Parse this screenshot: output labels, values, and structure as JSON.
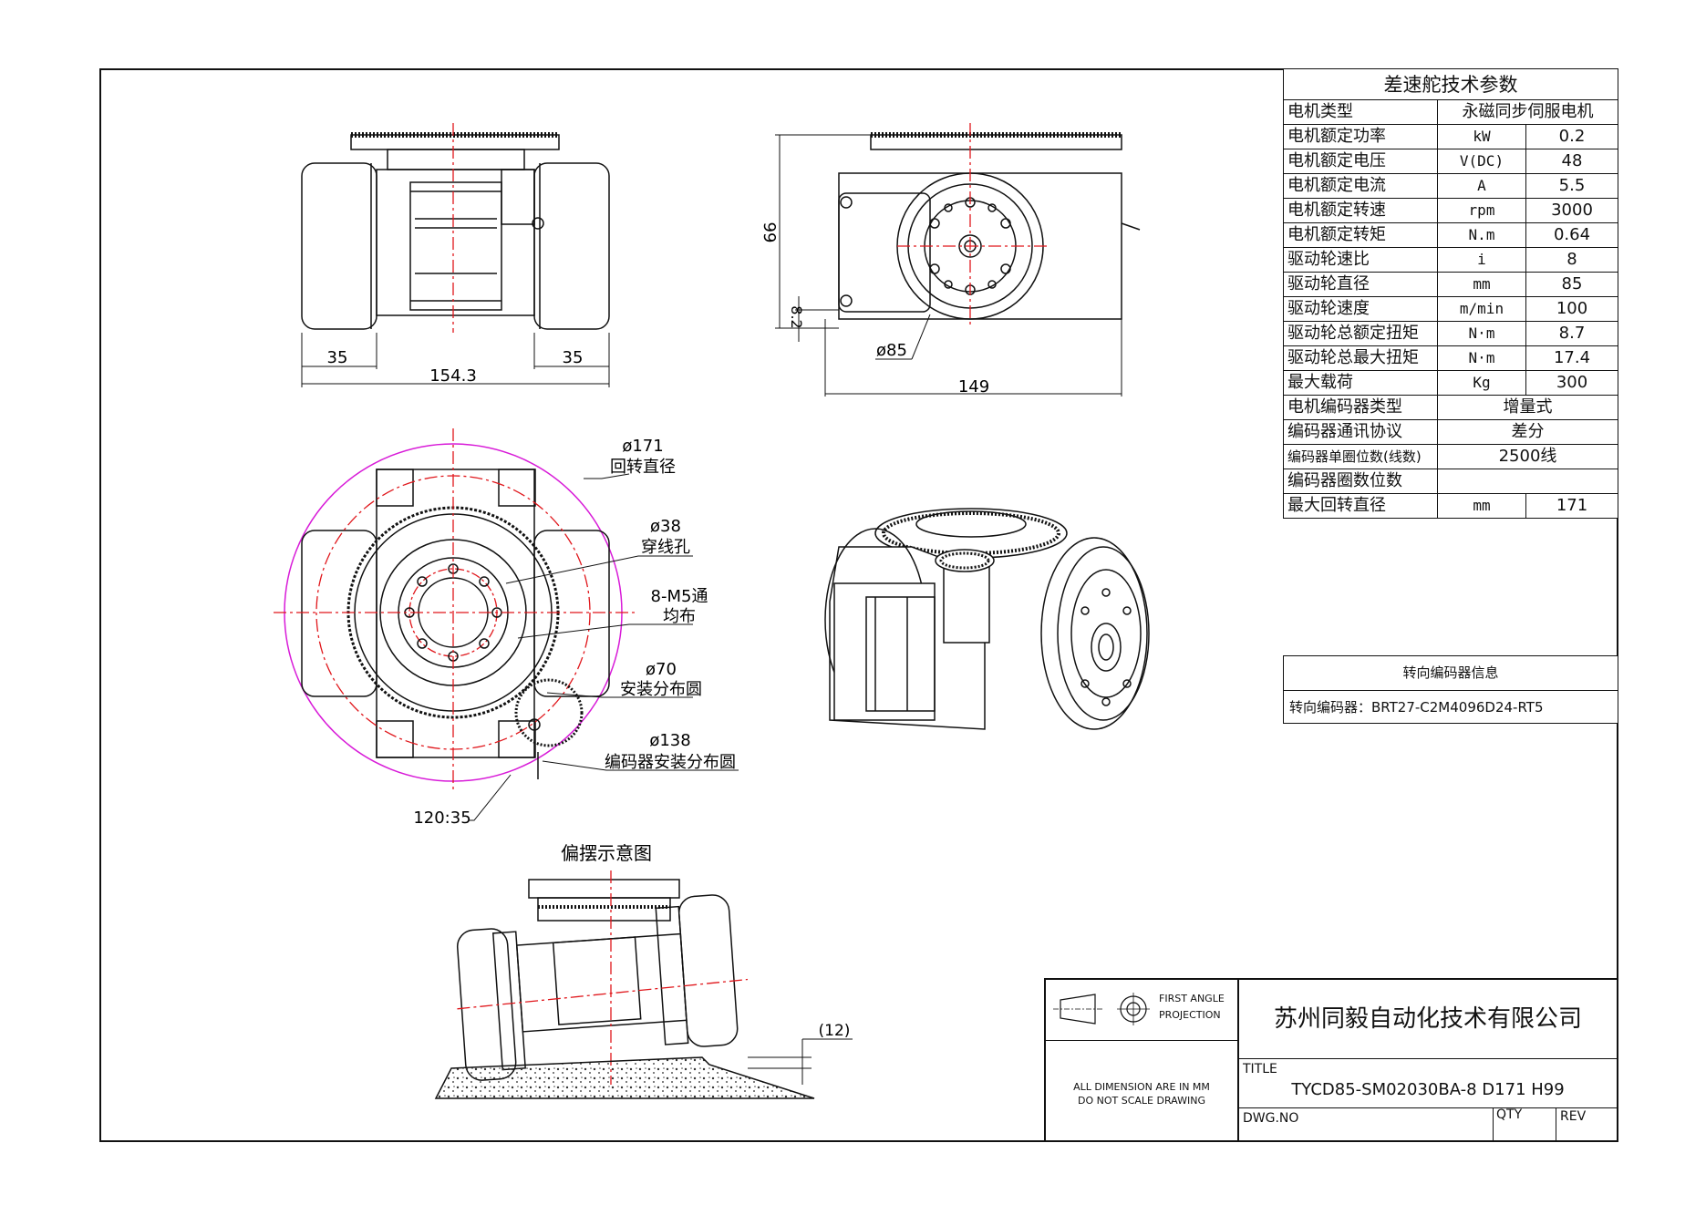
{
  "params_table": {
    "title": "差速舵技术参数",
    "motor_type_label": "电机类型",
    "motor_type_value": "永磁同步伺服电机",
    "rows": [
      {
        "label": "电机额定功率",
        "unit": "kW",
        "value": "0.2"
      },
      {
        "label": "电机额定电压",
        "unit": "V(DC)",
        "value": "48"
      },
      {
        "label": "电机额定电流",
        "unit": "A",
        "value": "5.5"
      },
      {
        "label": "电机额定转速",
        "unit": "rpm",
        "value": "3000"
      },
      {
        "label": "电机额定转矩",
        "unit": "N.m",
        "value": "0.64"
      },
      {
        "label": "驱动轮速比",
        "unit": "i",
        "value": "8"
      },
      {
        "label": "驱动轮直径",
        "unit": "mm",
        "value": "85"
      },
      {
        "label": "驱动轮速度",
        "unit": "m/min",
        "value": "100"
      },
      {
        "label": "驱动轮总额定扭矩",
        "unit": "N·m",
        "value": "8.7"
      },
      {
        "label": "驱动轮总最大扭矩",
        "unit": "N·m",
        "value": "17.4"
      },
      {
        "label": "最大载荷",
        "unit": "Kg",
        "value": "300"
      }
    ],
    "encoder_rows": [
      {
        "label": "电机编码器类型",
        "value": "增量式"
      },
      {
        "label": "编码器通讯协议",
        "value": "差分"
      },
      {
        "label": "编码器单圈位数(线数)",
        "value": "2500线"
      },
      {
        "label": "编码器圈数位数",
        "value": ""
      }
    ],
    "last_row": {
      "label": "最大回转直径",
      "unit": "mm",
      "value": "171"
    }
  },
  "steering_encoder": {
    "header": "转向编码器信息",
    "line": "转向编码器：BRT27-C2M4096D24-RT5"
  },
  "dimensions": {
    "front_left_wheel": "35",
    "front_right_wheel": "35",
    "front_total": "154.3",
    "side_height": "99",
    "side_gap": "8.2",
    "side_wheel_dia": "ø85",
    "side_length": "149",
    "rot_dia": "ø171",
    "rot_dia_label": "回转直径",
    "hole_dia": "ø38",
    "hole_label": "穿线孔",
    "bolt_spec": "8-M5通",
    "bolt_label": "均布",
    "mount_dia": "ø70",
    "mount_label": "安装分布圆",
    "enc_dia": "ø138",
    "enc_label": "编码器安装分布圆",
    "angle": "120:35",
    "swing_title": "偏摆示意图",
    "swing_offset": "(12)"
  },
  "title_block": {
    "projection_line1": "FIRST ANGLE",
    "projection_line2": "PROJECTION",
    "note_line1": "ALL DIMENSION ARE IN MM",
    "note_line2": "DO NOT SCALE DRAWING",
    "company": "苏州同毅自动化技术有限公司",
    "title_label": "TITLE",
    "title": "TYCD85-SM02030BA-8 D171 H99",
    "dwg_label": "DWG.NO",
    "qty_label": "QTY",
    "rev_label": "REV"
  },
  "colors": {
    "line": "#111111",
    "center_line": "#e0161b",
    "rotation_circle": "#d81bd8"
  }
}
